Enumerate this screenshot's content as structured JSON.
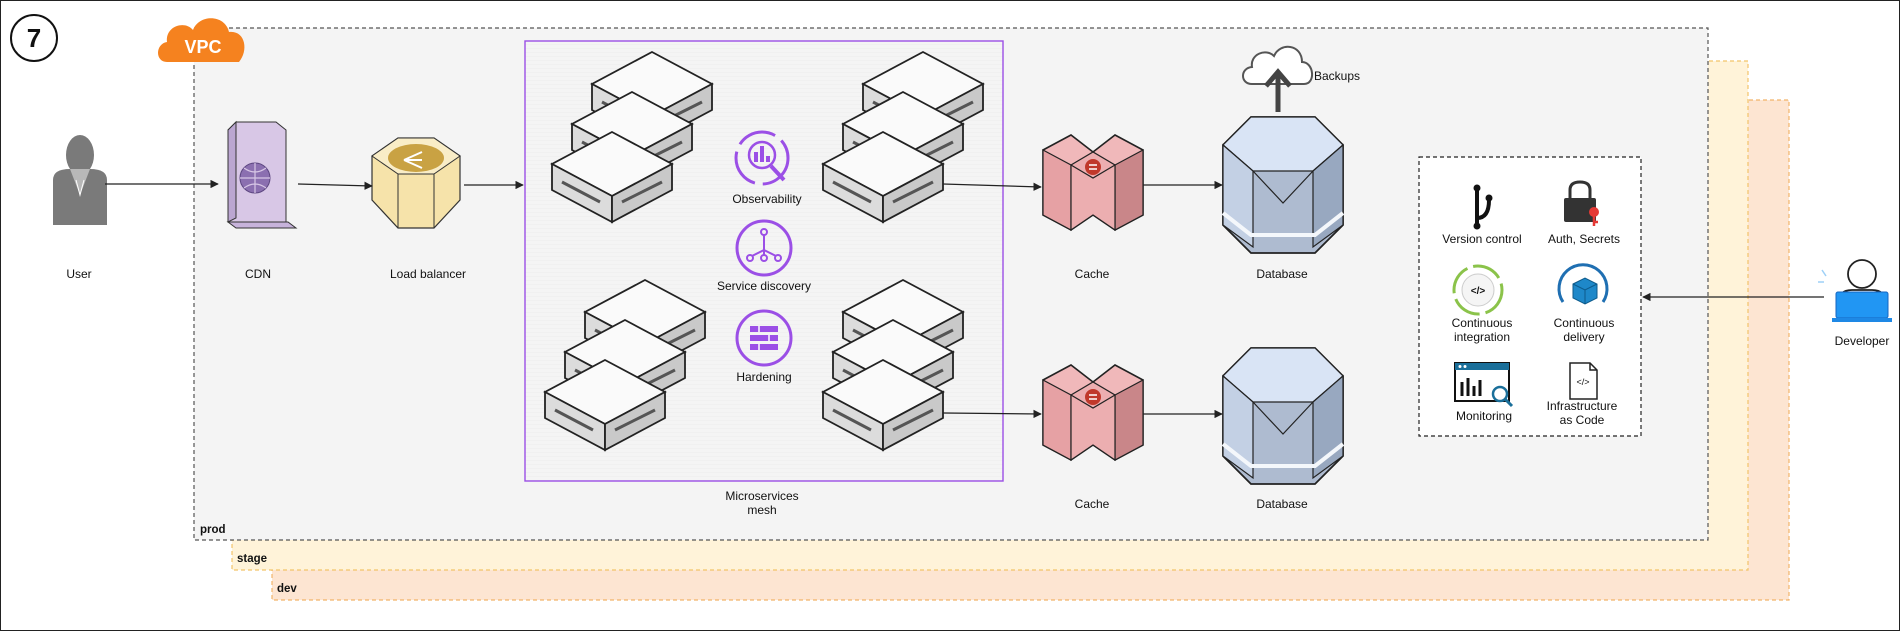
{
  "step_number": "7",
  "vpc_badge": "VPC",
  "environments": {
    "prod": "prod",
    "stage": "stage",
    "dev": "dev"
  },
  "nodes": {
    "user": "User",
    "cdn": "CDN",
    "load_balancer": "Load balancer",
    "mesh_line1": "Microservices",
    "mesh_line2": "mesh",
    "cache_top": "Cache",
    "cache_bottom": "Cache",
    "database_top": "Database",
    "database_bottom": "Database",
    "backups": "Backups",
    "developer": "Developer"
  },
  "mesh_features": {
    "observability": "Observability",
    "service_discovery": "Service discovery",
    "hardening": "Hardening"
  },
  "devops_tools": {
    "version_control": "Version control",
    "auth_secrets": "Auth, Secrets",
    "ci_line1": "Continuous",
    "ci_line2": "integration",
    "cd_line1": "Continuous",
    "cd_line2": "delivery",
    "monitoring": "Monitoring",
    "iac_line1": "Infrastructure",
    "iac_line2": "as Code"
  },
  "colors": {
    "prod_bg": "#f4f4f4",
    "stage_bg": "#fff3d9",
    "dev_bg": "#fde5d2",
    "vpc_orange": "#f5821f",
    "mesh_purple": "#9b4fe6",
    "cache_red": "#e8a3a6",
    "database_blue": "#c9d8ec",
    "lb_gold": "#f0d796",
    "cdn_purple": "#d8c7e6",
    "developer_blue": "#2196f3"
  },
  "icons": {
    "vpc": "cloud-icon",
    "user": "person-icon",
    "cdn": "cdn-server-icon",
    "load_balancer": "load-balancer-icon",
    "observability": "observability-icon",
    "service_discovery": "service-discovery-icon",
    "hardening": "firewall-icon",
    "backups": "cloud-upload-icon",
    "developer": "developer-laptop-icon"
  }
}
